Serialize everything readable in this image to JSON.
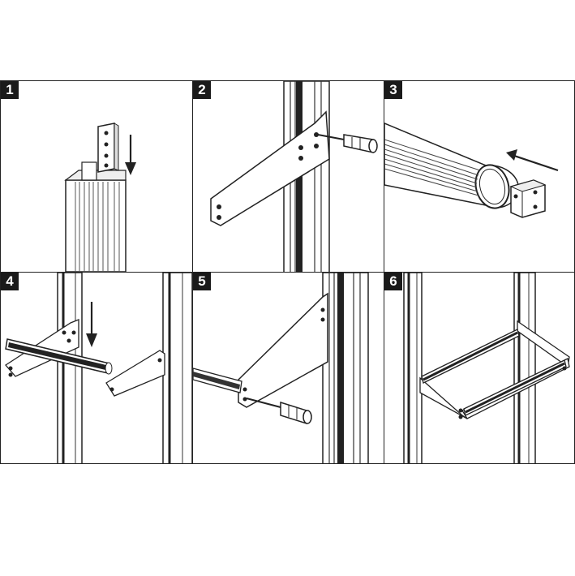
{
  "steps": [
    {
      "number": "1"
    },
    {
      "number": "2"
    },
    {
      "number": "3"
    },
    {
      "number": "4"
    },
    {
      "number": "5"
    },
    {
      "number": "6"
    }
  ],
  "colors": {
    "line": "#222222",
    "fill": "#ffffff",
    "shade": "#d9d9d9",
    "dark": "#1a1a1a"
  }
}
